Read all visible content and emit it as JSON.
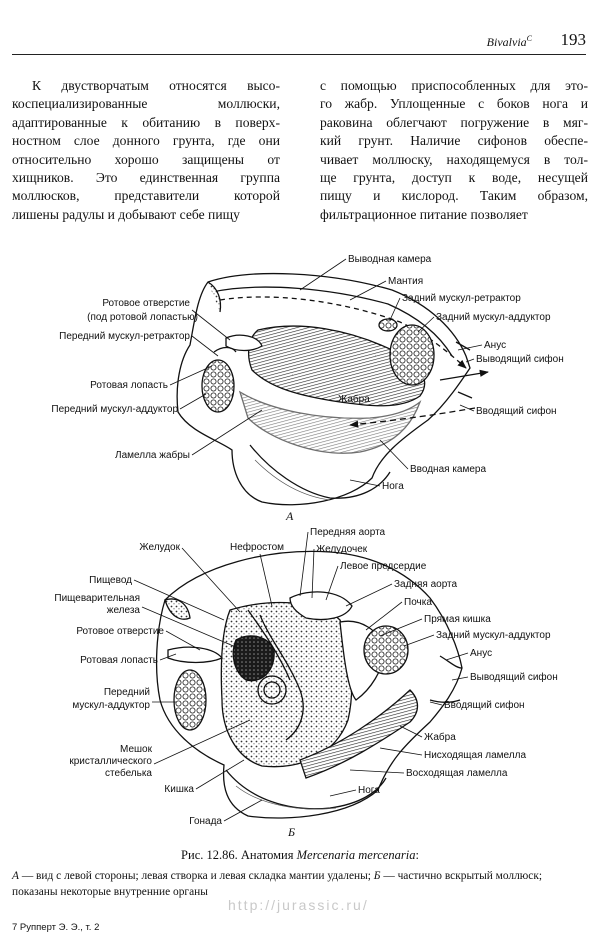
{
  "header": {
    "section": "Bivalvia",
    "section_sup": "C",
    "page_number": "193"
  },
  "body_text": {
    "left_lines": [
      "К двустворчатым относятся высо-",
      "коспециализированные моллюски,",
      "адаптированные к обитанию в поверх-",
      "ностном слое донного грунта, где они",
      "относительно хорошо защищены от",
      "хищников. Это единственная группа",
      "моллюсков, представители которой",
      "лишены радулы и добывают себе пищу"
    ],
    "right_lines": [
      "с помощью приспособленных для это-",
      "го жабр. Уплощенные с боков нога и",
      "раковина облегчают погружение в мяг-",
      "кий грунт. Наличие сифонов обеспе-",
      "чивает моллюску, находящемуся в тол-",
      "ще грунта, доступ к воде, несущей",
      "пищу и кислород. Таким образом,",
      "фильтрационное питание позволяет"
    ]
  },
  "figure_a": {
    "panel_label": "А",
    "labels": {
      "vyvodnaya_kamera": "Выводная камера",
      "mantiya": "Мантия",
      "zadniy_retraktor": "Задний мускул-ретрактор",
      "zadniy_adduktor": "Задний мускул-аддуктор",
      "anus": "Анус",
      "vyvodyashchiy_sifon": "Выводящий сифон",
      "vvodyashchiy_sifon": "Вводящий сифон",
      "vvodnaya_kamera": "Вводная камера",
      "noga": "Нога",
      "zhabra": "Жабра",
      "rotovoe_otverstie": "Ротовое отверстие",
      "pod_lopastyu": "(под ротовой лопастью)",
      "peredniy_retraktor": "Передний мускул-ретрактор",
      "rotovaya_lopast": "Ротовая лопасть",
      "peredniy_adduktor": "Передний мускул-аддуктор",
      "lamella_zhabry": "Ламелла жабры"
    }
  },
  "figure_b": {
    "panel_label": "Б",
    "labels": {
      "zheludok": "Желудок",
      "nefrostom": "Нефростом",
      "perednyaya_aorta": "Передняя аорта",
      "zheludochek": "Желудочек",
      "levoe_predserdie": "Левое предсердие",
      "zadnyaya_aorta": "Задняя аорта",
      "pochka": "Почка",
      "pryamaya_kishka": "Прямая кишка",
      "zadniy_adduktor": "Задний мускул-аддуктор",
      "anus": "Анус",
      "vyvodyashchiy_sifon": "Выводящий сифон",
      "vvodyashchiy_sifon": "Вводящий сифон",
      "zhabra": "Жабра",
      "niskhodyashchaya": "Нисходящая ламелла",
      "voskhodyashchaya": "Восходящая ламелла",
      "noga": "Нога",
      "gonada": "Гонада",
      "kishka": "Кишка",
      "meshok1": "Мешок",
      "meshok2": "кристаллического",
      "meshok3": "стебелька",
      "peredniy1": "Передний",
      "peredniy2": "мускул-аддуктор",
      "rotovaya_lopast": "Ротовая лопасть",
      "rotovoe_otverstie": "Ротовое отверстие",
      "pishchevar1": "Пищеварительная",
      "pishchevar2": "железа",
      "pishchevod": "Пищевод"
    }
  },
  "caption": {
    "fig_number": "Рис. 12.86.",
    "title_prefix": "Анатомия ",
    "species": "Mercenaria mercenaria",
    "title_suffix": ":",
    "panel_a": "А",
    "text_a": " — вид с левой стороны; левая створка и левая складка мантии удалены; ",
    "panel_b": "Б",
    "text_b": " — частично вскрытый моллюск; показаны некоторые внутренние органы"
  },
  "watermark": "http://jurassic.ru/",
  "footer": "7  Рупперт Э. Э., т. 2"
}
